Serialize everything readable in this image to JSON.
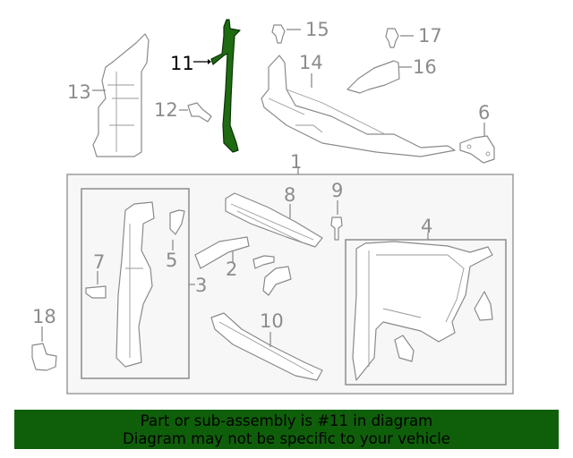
{
  "diagram": {
    "highlighted_part": "11",
    "highlight_color": "#1e6b12",
    "callouts": {
      "p1": "1",
      "p2": "2",
      "p3": "3",
      "p4": "4",
      "p5": "5",
      "p6": "6",
      "p7": "7",
      "p8": "8",
      "p9": "9",
      "p10": "10",
      "p11": "11",
      "p12": "12",
      "p13": "13",
      "p14": "14",
      "p15": "15",
      "p16": "16",
      "p17": "17",
      "p18": "18"
    }
  },
  "banner": {
    "background": "#0f5f0a",
    "line1": "Part or sub-assembly is #11 in diagram",
    "line2": "Diagram may not be specific to your vehicle"
  }
}
